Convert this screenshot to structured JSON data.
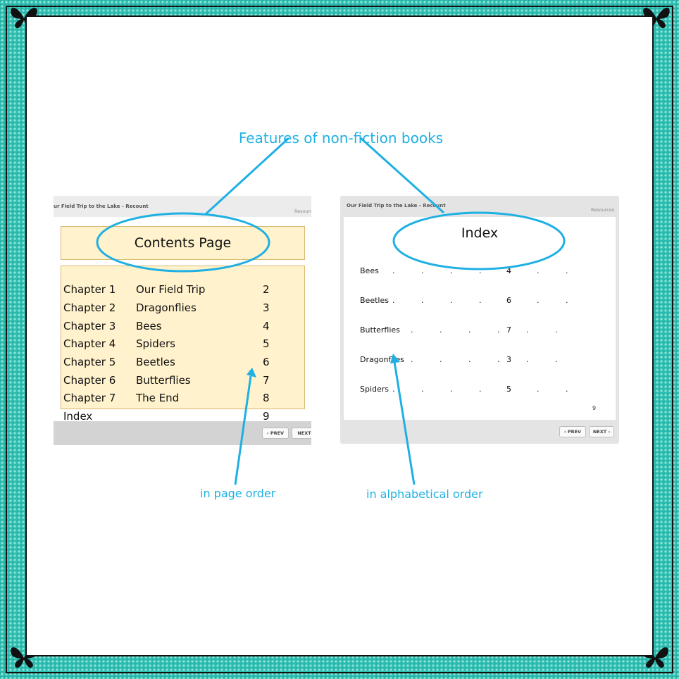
{
  "title": "Features of non-fiction books",
  "left": {
    "shot_title": "ur Field Trip to the Lake - Recount",
    "resources": "Resourc",
    "heading": "Contents Page",
    "rows": [
      {
        "chapter": "Chapter 1",
        "name": "Our Field Trip",
        "page": "2"
      },
      {
        "chapter": "Chapter 2",
        "name": "Dragonflies",
        "page": "3"
      },
      {
        "chapter": "Chapter 3",
        "name": "Bees",
        "page": "4"
      },
      {
        "chapter": "Chapter 4",
        "name": "Spiders",
        "page": "5"
      },
      {
        "chapter": "Chapter 5",
        "name": "Beetles",
        "page": "6"
      },
      {
        "chapter": "Chapter 6",
        "name": "Butterflies",
        "page": "7"
      },
      {
        "chapter": "Chapter 7",
        "name": "The End",
        "page": "8"
      },
      {
        "chapter": "Index",
        "name": "",
        "page": "9"
      }
    ],
    "prev": "‹ PREV",
    "next": "NEXT",
    "caption": "in page order"
  },
  "right": {
    "shot_title": "Our Field Trip to the Lake - Recount",
    "resources": "Resources",
    "heading": "Index",
    "rows": [
      {
        "term": "Bees",
        "dots": ". . . . . . .",
        "page": "4"
      },
      {
        "term": "Beetles",
        "dots": ". . . . . . .",
        "page": "6"
      },
      {
        "term": "Butterflies",
        "dots": ". . . . . .",
        "page": "7"
      },
      {
        "term": "Dragonflies",
        "dots": ". . . . . .",
        "page": "3"
      },
      {
        "term": "Spiders",
        "dots": ". . . . . . .",
        "page": "5"
      }
    ],
    "page_number": "9",
    "prev": "‹ PREV",
    "next": "NEXT ›",
    "caption": "in alphabetical order"
  },
  "colors": {
    "accent": "#1fb0e3",
    "contents_fill": "#fff2cc",
    "border_pattern": "#2cbcb0"
  }
}
